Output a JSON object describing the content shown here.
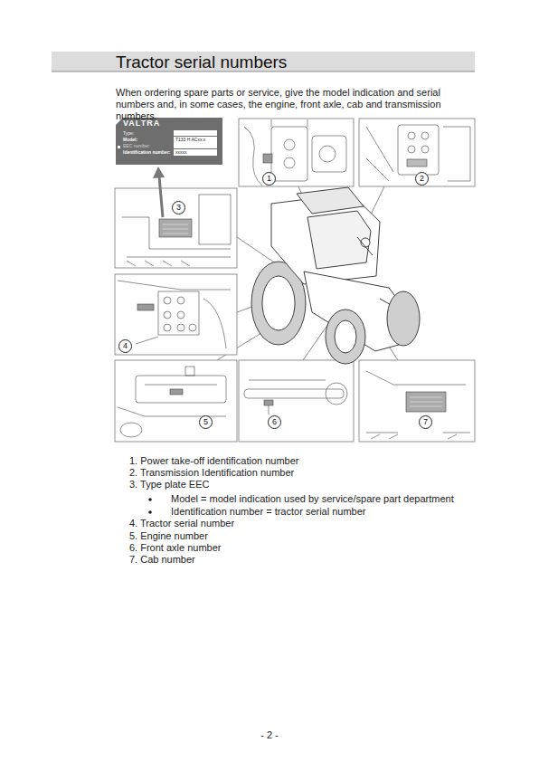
{
  "diagram": {
    "title": "Tractor serial numbers",
    "nodes": [
      {
        "text": [
          "VALTRA",
          "Type:",
          "Model:",
          "T133 H ACxx.x",
          "EEC number:",
          "Identification number:",
          "xxxxx"
        ]
      }
    ],
    "labels": [
      "When ordering spare parts or service, give the model indication and serial numbers and, in some cases, the engine, front axle, cab and transmission numbers.",
      "1",
      "2",
      "3",
      "4",
      "5",
      "6",
      "7",
      "1. Power take-off identification number",
      "2. Transmission Identification number",
      "3. Type plate EEC",
      "Model = model indication used by service/spare part department",
      "Identification number = tractor serial number",
      "4. Tractor serial number",
      "5. Engine number",
      "6. Front axle number",
      "7. Cab number",
      "- 2 -"
    ]
  }
}
